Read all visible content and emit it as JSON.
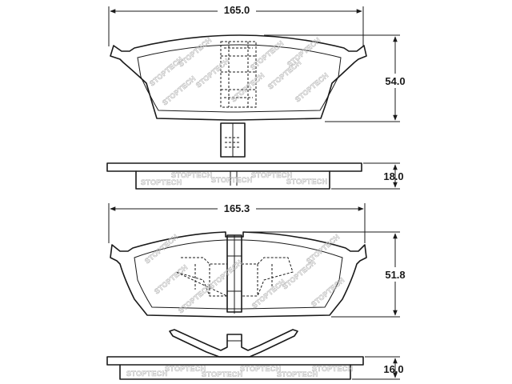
{
  "diagram": {
    "watermark": "STOPTECH",
    "top_pad": {
      "width_label": "165.0",
      "height_label": "54.0",
      "thickness_label": "18.0"
    },
    "bottom_pad": {
      "width_label": "165.3",
      "height_label": "51.8",
      "thickness_label": "16.0"
    }
  }
}
